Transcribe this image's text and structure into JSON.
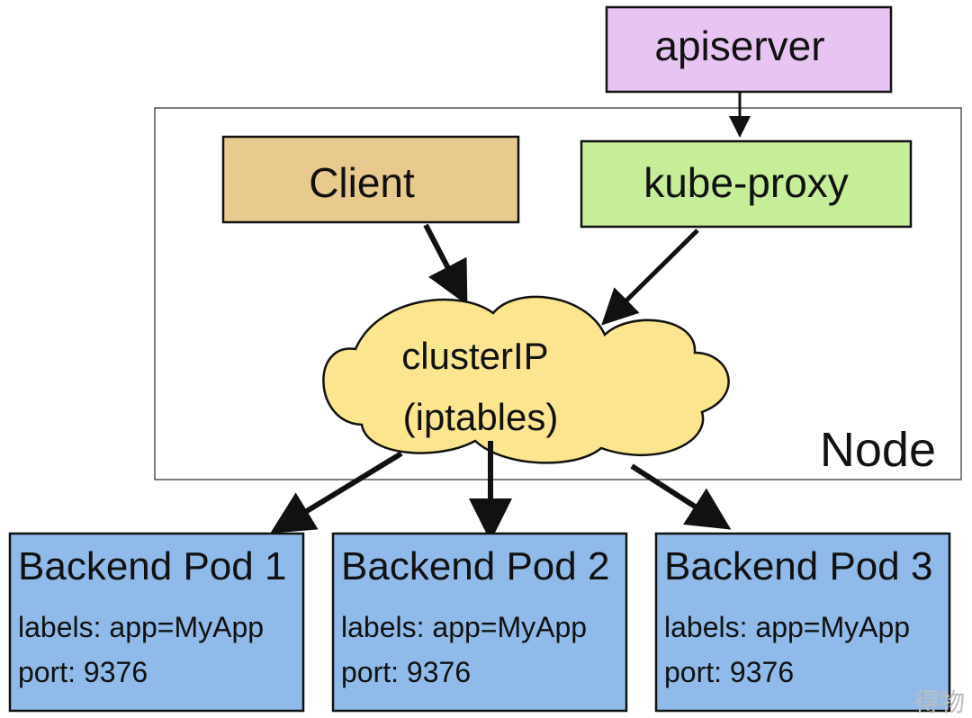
{
  "nodes": {
    "apiserver": {
      "label": "apiserver",
      "fill": "#E8C4F2"
    },
    "client": {
      "label": "Client",
      "fill": "#E8C98E"
    },
    "kube_proxy": {
      "label": "kube-proxy",
      "fill": "#C6EE99"
    },
    "cluster_ip": {
      "line1": "clusterIP",
      "line2": "(iptables)",
      "fill": "#FBE58E"
    },
    "node_container": {
      "label": "Node"
    }
  },
  "pods": [
    {
      "title": "Backend Pod 1",
      "labels": "labels: app=MyApp",
      "port": "port: 9376"
    },
    {
      "title": "Backend Pod 2",
      "labels": "labels: app=MyApp",
      "port": "port: 9376"
    },
    {
      "title": "Backend Pod 3",
      "labels": "labels: app=MyApp",
      "port": "port: 9376"
    }
  ],
  "colors": {
    "pod_fill": "#8FBAE9",
    "stroke": "#111111"
  },
  "watermark": "得物"
}
